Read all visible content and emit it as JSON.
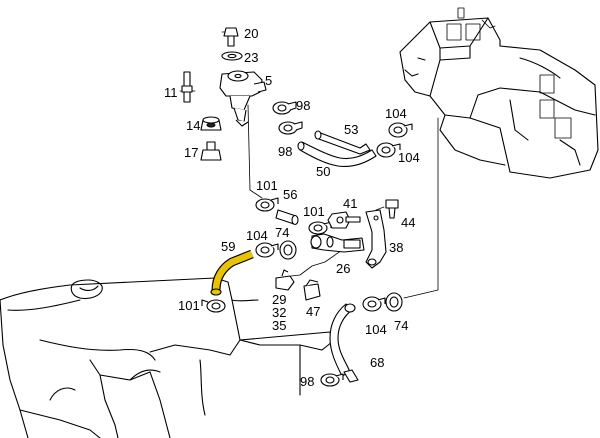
{
  "diagram": {
    "highlight_color": "#e8c400",
    "line_color": "#000000",
    "background_color": "#ffffff",
    "labels": {
      "p20": "20",
      "p23": "23",
      "p5": "5",
      "p11": "11",
      "p14": "14",
      "p17": "17",
      "p98a": "98",
      "p98b": "98",
      "p53": "53",
      "p50": "50",
      "p104a": "104",
      "p104b": "104",
      "p101a": "101",
      "p56": "56",
      "p101b": "101",
      "p41": "41",
      "p44": "44",
      "p59": "59",
      "p104c": "104",
      "p74a": "74",
      "p38": "38",
      "p26": "26",
      "p101c": "101",
      "p29": "29",
      "p32": "32",
      "p35": "35",
      "p47": "47",
      "p104d": "104",
      "p74b": "74",
      "p68": "68",
      "p98c": "98"
    }
  }
}
